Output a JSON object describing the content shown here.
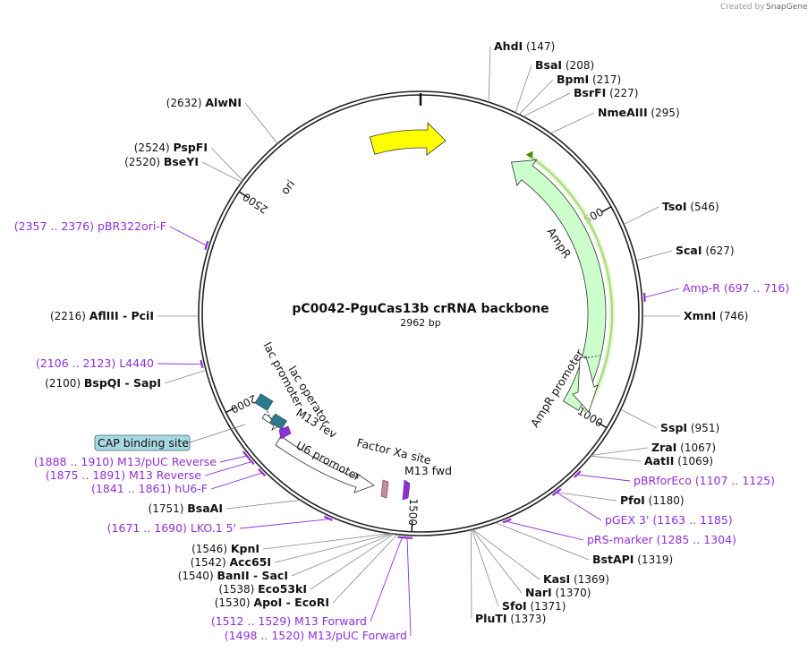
{
  "watermark": "Created by",
  "watermark_app": "SnapGene",
  "plasmid": {
    "name": "pC0042-PguCas13b crRNA backbone",
    "size_label": "2962 bp",
    "length": 2962
  },
  "ticks": [
    "500",
    "1000",
    "1500",
    "2000",
    "2500"
  ],
  "enzymes": [
    {
      "name": "AhdI",
      "pos": "(147)",
      "site": 147
    },
    {
      "name": "BsaI",
      "pos": "(208)",
      "site": 208
    },
    {
      "name": "BpmI",
      "pos": "(217)",
      "site": 217
    },
    {
      "name": "BsrFI",
      "pos": "(227)",
      "site": 227
    },
    {
      "name": "NmeAIII",
      "pos": "(295)",
      "site": 295
    },
    {
      "name": "TsoI",
      "pos": "(546)",
      "site": 546
    },
    {
      "name": "ScaI",
      "pos": "(627)",
      "site": 627
    },
    {
      "name": "XmnI",
      "pos": "(746)",
      "site": 746
    },
    {
      "name": "SspI",
      "pos": "(951)",
      "site": 951
    },
    {
      "name": "ZraI",
      "pos": "(1067)",
      "site": 1067
    },
    {
      "name": "AatII",
      "pos": "(1069)",
      "site": 1069
    },
    {
      "name": "PfoI",
      "pos": "(1180)",
      "site": 1180
    },
    {
      "name": "BstAPI",
      "pos": "(1319)",
      "site": 1319
    },
    {
      "name": "KasI",
      "pos": "(1369)",
      "site": 1369
    },
    {
      "name": "NarI",
      "pos": "(1370)",
      "site": 1370
    },
    {
      "name": "SfoI",
      "pos": "(1371)",
      "site": 1371
    },
    {
      "name": "PluTI",
      "pos": "(1373)",
      "site": 1373
    },
    {
      "name": "KpnI",
      "pos": "(1546)",
      "site": 1546
    },
    {
      "name": "Acc65I",
      "pos": "(1542)",
      "site": 1542
    },
    {
      "name": "BanII  - SacI",
      "pos": "(1540)",
      "site": 1540
    },
    {
      "name": "Eco53kI",
      "pos": "(1538)",
      "site": 1538
    },
    {
      "name": "ApoI  - EcoRI",
      "pos": "(1530)",
      "site": 1530
    },
    {
      "name": "BsaAI",
      "pos": "(1751)",
      "site": 1751
    },
    {
      "name": "BspQI  - SapI",
      "pos": "(2100)",
      "site": 2100
    },
    {
      "name": "AflIII  - PciI",
      "pos": "(2216)",
      "site": 2216
    },
    {
      "name": "BseYI",
      "pos": "(2520)",
      "site": 2520
    },
    {
      "name": "PspFI",
      "pos": "(2524)",
      "site": 2524
    },
    {
      "name": "AlwNI",
      "pos": "(2632)",
      "site": 2632
    }
  ],
  "primers": [
    {
      "name": "Amp-R",
      "range": "(697 .. 716)",
      "start": 697,
      "end": 716
    },
    {
      "name": "pBRforEco",
      "range": "(1107 .. 1125)",
      "start": 1107,
      "end": 1125
    },
    {
      "name": "pGEX 3'",
      "range": "(1163 .. 1185)",
      "start": 1163,
      "end": 1185
    },
    {
      "name": "pRS-marker",
      "range": "(1285 .. 1304)",
      "start": 1285,
      "end": 1304
    },
    {
      "name": "M13 Forward",
      "range": "(1512 .. 1529)",
      "start": 1512,
      "end": 1529
    },
    {
      "name": "M13/pUC Forward",
      "range": "(1498 .. 1520)",
      "start": 1498,
      "end": 1520
    },
    {
      "name": "LKO.1 5'",
      "range": "(1671 .. 1690)",
      "start": 1671,
      "end": 1690
    },
    {
      "name": "hU6-F",
      "range": "(1841 .. 1861)",
      "start": 1841,
      "end": 1861
    },
    {
      "name": "M13 Reverse",
      "range": "(1875 .. 1891)",
      "start": 1875,
      "end": 1891
    },
    {
      "name": "M13/pUC Reverse",
      "range": "(1888 .. 1910)",
      "start": 1888,
      "end": 1910
    },
    {
      "name": "L4440",
      "range": "(2106 .. 2123)",
      "start": 2106,
      "end": 2123
    },
    {
      "name": "pBR322ori-F",
      "range": "(2357 .. 2376)",
      "start": 2357,
      "end": 2376
    }
  ],
  "features": [
    {
      "name": "AmpR",
      "start": 255,
      "end": 1000,
      "color": "#ccffcc"
    },
    {
      "name": "ori",
      "start": 2250,
      "end": 2830,
      "color": "#ffff00"
    },
    {
      "name": "AmpR promoter",
      "color": "#ffffff"
    },
    {
      "name": "U6 promoter",
      "color": "#ffffff"
    },
    {
      "name": "lac promoter",
      "color": "#ffffff"
    },
    {
      "name": "lac operator",
      "color": "#2e7a8c"
    },
    {
      "name": "M13 rev",
      "color": "#8f2fd6"
    },
    {
      "name": "M13 fwd",
      "color": "#8f2fd6"
    },
    {
      "name": "Factor Xa site",
      "color": "#c98b96"
    },
    {
      "name": "CAP binding site",
      "color": "#a8d8e0"
    }
  ],
  "colors": {
    "backbone": "#222222",
    "primer": "#8f2fd6",
    "orf_line": "#4a8a00"
  }
}
